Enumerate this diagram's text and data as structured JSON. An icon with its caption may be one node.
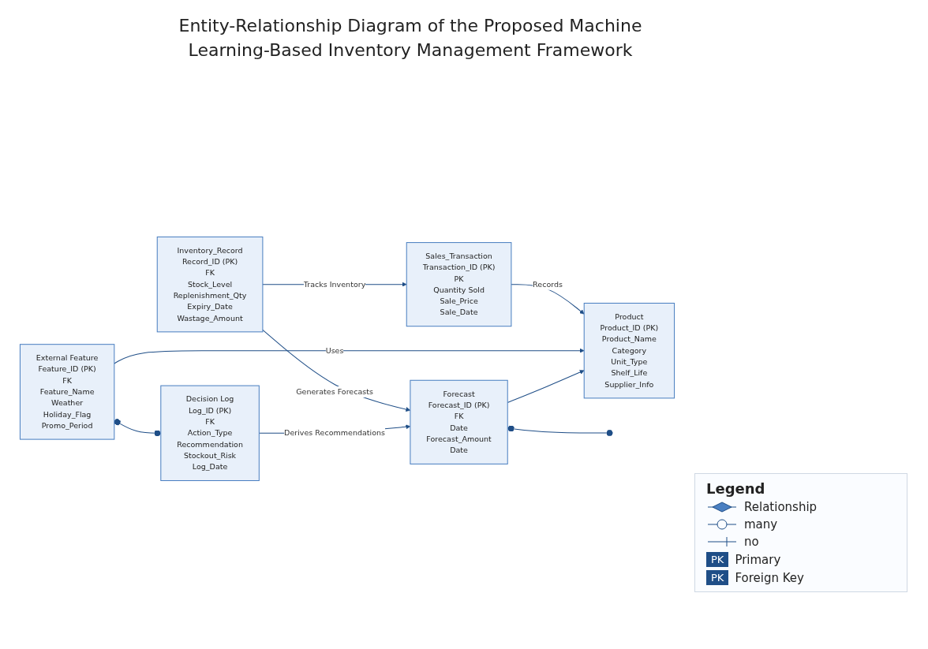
{
  "diagram": {
    "title": "Entity-Relationship Diagram of the Proposed Machine Learning-Based Inventory Management Framework",
    "nodes": [
      {
        "text": [
          "Sales_Transaction",
          "Transaction_ID (PK)",
          "PK",
          "Quantity Sold",
          "Sale_Price",
          "Sale_Date"
        ]
      },
      {
        "text": [
          "Product",
          "Product_ID (PK)",
          "Product_Name",
          "Category",
          "Unit_Type",
          "Shelf_Life",
          "Supplier_Info"
        ]
      },
      {
        "text": [
          "External Feature",
          "Feature_ID (PK)",
          "FK",
          "Feature_Name",
          "Weather",
          "Holiday_Flag",
          "Promo_Period"
        ]
      },
      {
        "text": [
          "Inventory_Record",
          "Record_ID (PK)",
          "FK",
          "Stock_Level",
          "Replenishment_Qty",
          "Expiry_Date",
          "Wastage_Amount"
        ]
      },
      {
        "text": [
          "Forecast",
          "Forecast_ID (PK)",
          "FK",
          "Date",
          "Forecast_Amount",
          "Date"
        ]
      },
      {
        "text": [
          "Decision Log",
          "Log_ID (PK)",
          "FK",
          "Action_Type",
          "Recommendation",
          "Stockout_Risk",
          "Log_Date"
        ]
      }
    ],
    "edges": [
      {
        "from": 0,
        "to": 1,
        "arrow": "to",
        "label": "Records"
      },
      {
        "from": 2,
        "to": 1,
        "arrow": "to",
        "label": "Uses"
      },
      {
        "from": 4,
        "to": 1,
        "arrow": "to"
      },
      {
        "from": 3,
        "to": 0,
        "arrow": "to",
        "label": "Tracks Inventory"
      },
      {
        "from": 3,
        "to": 4,
        "arrow": "to",
        "label": "Generates Forecasts"
      },
      {
        "from": 5,
        "to": 4,
        "arrow": "to",
        "label": "Derives Recommendations"
      },
      {
        "from": 2,
        "to": 5,
        "arrow": "other"
      },
      {
        "from": 4,
        "to": null,
        "arrow": "other"
      }
    ],
    "labels": [
      "Legend",
      "PK",
      "PK"
    ],
    "legend": [
      {
        "text": "Relationship"
      },
      {
        "text": "many"
      },
      {
        "text": "no"
      },
      {
        "text": "Primary",
        "color": "#1f4e87"
      },
      {
        "text": "Foreign Key",
        "color": "#1f4e87"
      }
    ]
  }
}
